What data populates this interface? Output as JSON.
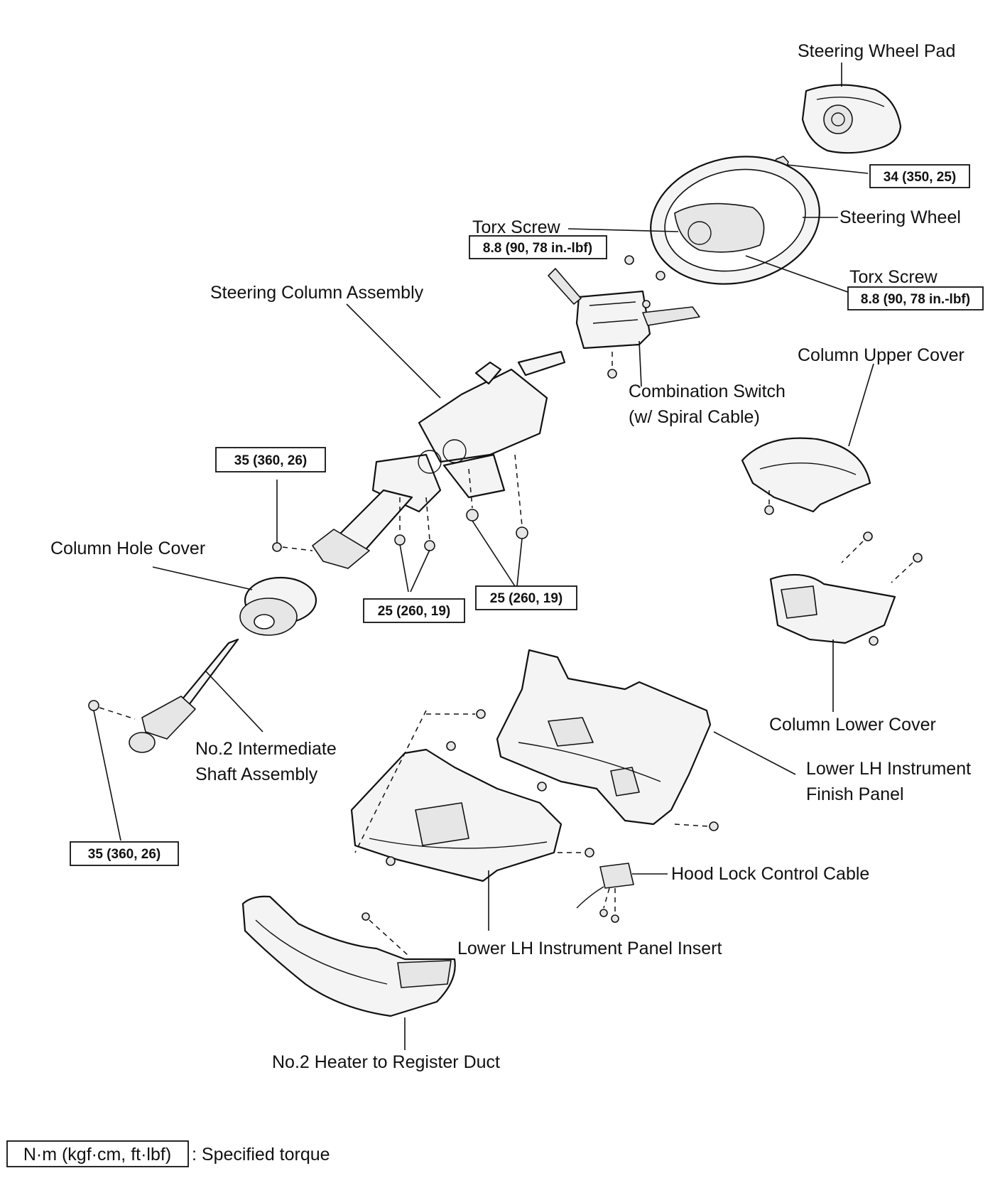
{
  "labels": {
    "steering_wheel_pad": "Steering Wheel Pad",
    "steering_wheel": "Steering Wheel",
    "torx_screw_left": "Torx Screw",
    "torx_screw_right": "Torx Screw",
    "steering_column_assembly": "Steering Column Assembly",
    "combination_switch_line1": "Combination Switch",
    "combination_switch_line2": "(w/ Spiral Cable)",
    "column_upper_cover": "Column Upper Cover",
    "column_lower_cover": "Column Lower Cover",
    "column_hole_cover": "Column Hole Cover",
    "intermediate_shaft_line1": "No.2  Intermediate",
    "intermediate_shaft_line2": "Shaft Assembly",
    "lower_lh_finish_panel_line1": "Lower  LH  Instrument",
    "lower_lh_finish_panel_line2": "Finish Panel",
    "hood_lock_control_cable": "Hood Lock Control Cable",
    "lower_lh_panel_insert": "Lower LH Instrument Panel Insert",
    "heater_register_duct": "No.2 Heater to Register Duct"
  },
  "torques": {
    "wheel_nut": "34 (350, 25)",
    "torx_left": "8.8 (90, 78 in.-lbf)",
    "torx_right": "8.8 (90, 78 in.-lbf)",
    "column_bolt_upper": "35 (360, 26)",
    "column_nuts": "25 (260, 19)",
    "column_bolts": "25 (260, 19)",
    "shaft_bolt": "35 (360, 26)"
  },
  "legend": {
    "unit_box": "N·m (kgf·cm, ft·lbf)",
    "description": ": Specified torque"
  }
}
